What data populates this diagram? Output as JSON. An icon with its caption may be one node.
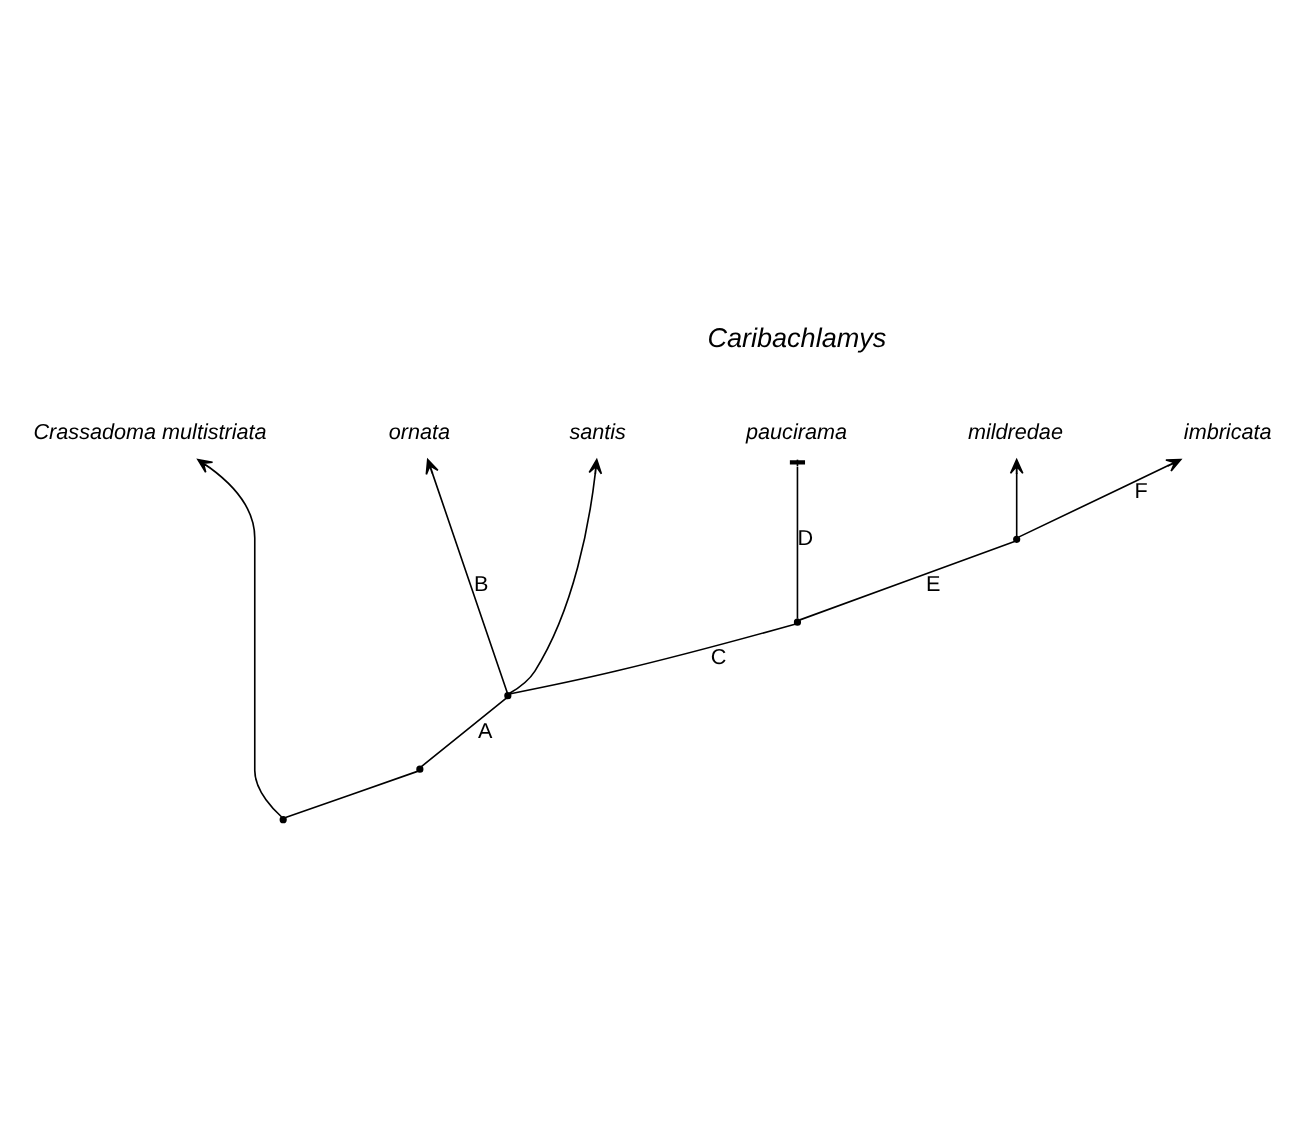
{
  "diagram": {
    "nodes": [
      {
        "text": [
          "Crassadoma multistriata"
        ]
      },
      {
        "text": [
          "ornata"
        ]
      },
      {
        "text": [
          "santis"
        ]
      },
      {
        "text": [
          "paucirama"
        ]
      },
      {
        "text": [
          "mildredae"
        ]
      },
      {
        "text": [
          "imbricata"
        ]
      },
      {
        "text": [],
        "shape": "point"
      },
      {
        "text": [],
        "shape": "point"
      },
      {
        "text": [],
        "shape": "point"
      },
      {
        "text": [],
        "shape": "point"
      },
      {
        "text": [],
        "shape": "point"
      }
    ],
    "edges": [
      {
        "from": 10,
        "to": 0,
        "arrow": "to"
      },
      {
        "from": 10,
        "to": 9,
        "arrow": "none"
      },
      {
        "from": 9,
        "to": 8,
        "arrow": "none",
        "label": "A"
      },
      {
        "from": 8,
        "to": 1,
        "arrow": "to",
        "label": "B"
      },
      {
        "from": 8,
        "to": 2,
        "arrow": "to"
      },
      {
        "from": 8,
        "to": 7,
        "arrow": "none",
        "label": "C"
      },
      {
        "from": 7,
        "to": 3,
        "arrow": "other",
        "label": "D"
      },
      {
        "from": 7,
        "to": 6,
        "arrow": "none",
        "label": "E"
      },
      {
        "from": 6,
        "to": 4,
        "arrow": "to"
      },
      {
        "from": 6,
        "to": 5,
        "arrow": "to",
        "label": "F"
      }
    ],
    "labels": [
      "Caribachlamys"
    ]
  }
}
